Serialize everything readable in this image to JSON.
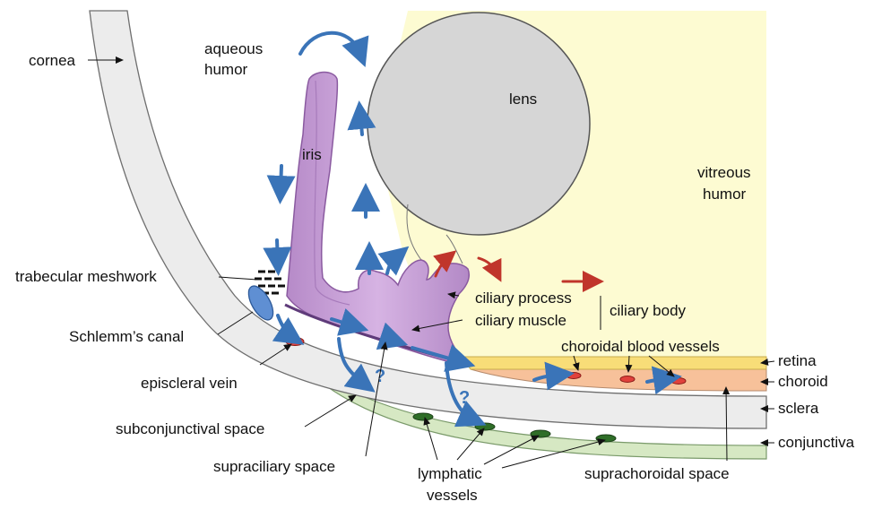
{
  "labels": {
    "cornea": "cornea",
    "aqueous_humor_1": "aqueous",
    "aqueous_humor_2": "humor",
    "lens": "lens",
    "iris": "iris",
    "vitreous_humor_1": "vitreous",
    "vitreous_humor_2": "humor",
    "trabecular_meshwork": "trabecular meshwork",
    "schlemms_canal": "Schlemm’s canal",
    "ciliary_process": "ciliary process",
    "ciliary_muscle": "ciliary muscle",
    "ciliary_body": "ciliary body",
    "choroidal_blood_vessels": "choroidal blood vessels",
    "retina": "retina",
    "choroid": "choroid",
    "episcleral_vein": "episcleral vein",
    "sclera": "sclera",
    "subconjunctival_space": "subconjunctival space",
    "conjunctiva": "conjunctiva",
    "supraciliary_space": "supraciliary space",
    "lymphatic_vessels_1": "lymphatic",
    "lymphatic_vessels_2": "vessels",
    "suprachoroidal_space": "suprachoroidal space"
  },
  "question_marks": [
    "?",
    "?"
  ],
  "colors": {
    "vitreous": "#fdfbd2",
    "cornea_sclera": "#ececec",
    "conjunctiva": "#d6e8c3",
    "retina": "#f8dd78",
    "choroid": "#f7c19a",
    "iris": "#c9a1d8",
    "lens": "#d6d6d6",
    "flow_arrow": "#3a74b8",
    "vitreous_flow_arrow": "#c0352b",
    "vessel_blood": "#e0413c",
    "vessel_lymph": "#2f6e28"
  }
}
